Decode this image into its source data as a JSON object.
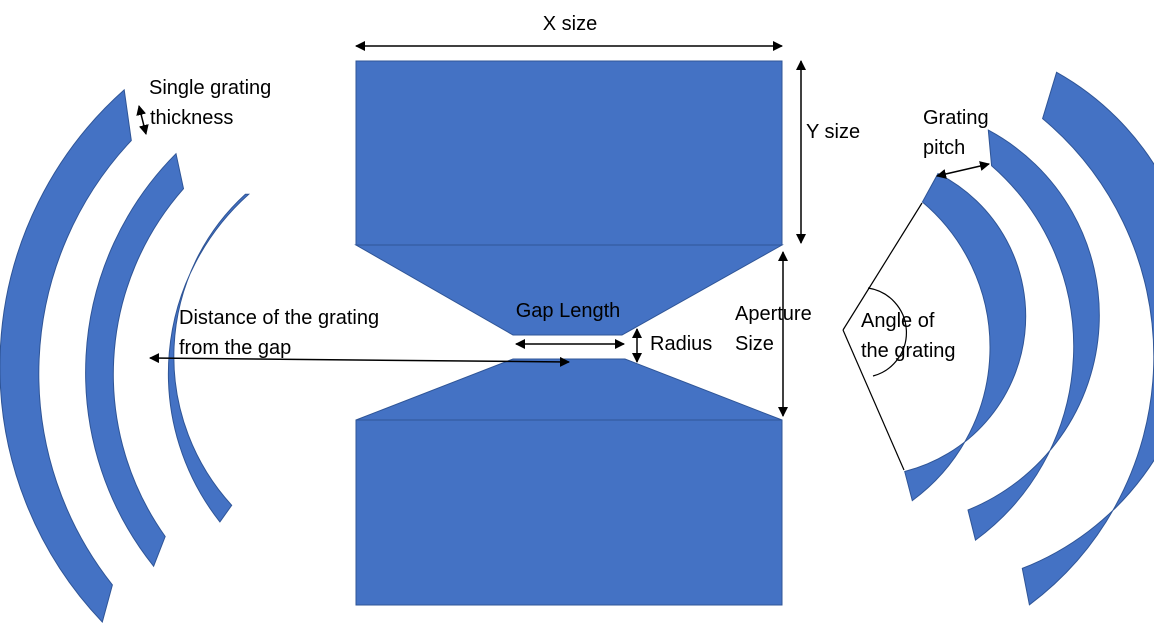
{
  "colors": {
    "shape_fill": "#4472C4",
    "shape_stroke": "#2F5597",
    "annotation": "#000000",
    "background": "#FFFFFF"
  },
  "labels": {
    "x_size": "X size",
    "y_size": "Y size",
    "gap_length": "Gap Length",
    "radius": "Radius",
    "aperture_line1": "Aperture",
    "aperture_line2": "Size",
    "single_thickness_line1": "Single grating",
    "single_thickness_line2": "thickness",
    "distance_line1": "Distance of the grating",
    "distance_line2": "from the gap",
    "pitch_line1": "Grating",
    "pitch_line2": "pitch",
    "angle_line1": "Angle of",
    "angle_line2": "the grating"
  },
  "icons": {
    "arrow": "double-headed-arrow-icon"
  }
}
